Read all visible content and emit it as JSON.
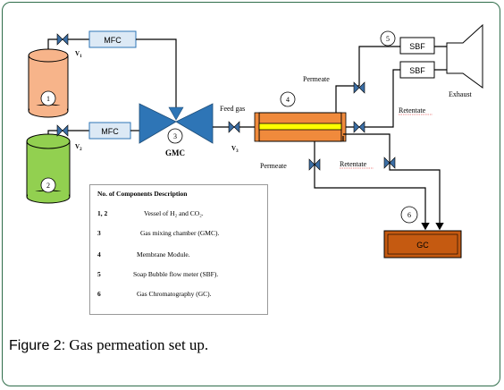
{
  "labels": {
    "mfc_top": "MFC",
    "mfc_bottom": "MFC",
    "v1": "V",
    "v1_sub": "1",
    "v2": "V",
    "v2_sub": "2",
    "v3": "V",
    "v3_sub": "3",
    "gmc": "GMC",
    "feed_gas": "Feed gas",
    "permeate_top": "Permeate",
    "permeate_bottom": "Permeate",
    "retentate_top": "Retentate",
    "retentate_bottom": "Retentate",
    "sbf_top": "SBF",
    "sbf_bottom": "SBF",
    "exhaust": "Exhaust",
    "gc": "GC",
    "n1": "1",
    "n2": "2",
    "n3": "3",
    "n4": "4",
    "n5": "5",
    "n6": "6"
  },
  "legend": {
    "header": "No. of Components Description",
    "rows": [
      {
        "num": "1, 2",
        "text": "Vessel of H₂ and CO₂."
      },
      {
        "num": "3",
        "text": "Gas mixing chamber (GMC)."
      },
      {
        "num": "4",
        "text": "Membrane Module."
      },
      {
        "num": "5",
        "text": "Soap Bubble flow meter (SBF)."
      },
      {
        "num": "6",
        "text": "Gas Chromatography (GC)."
      }
    ]
  },
  "caption": {
    "label": "Figure 2:",
    "text": " Gas permeation set up."
  },
  "colors": {
    "vessel1": "#f7b48a",
    "vessel2": "#92d050",
    "gmc": "#2e75b6",
    "membrane": "#f08a3c",
    "membrane_core": "#ffff00",
    "gc": "#c55a11",
    "mfc_fill": "#dce9f5",
    "valve": "#3b6ea5",
    "frame": "#2f6d4a"
  }
}
